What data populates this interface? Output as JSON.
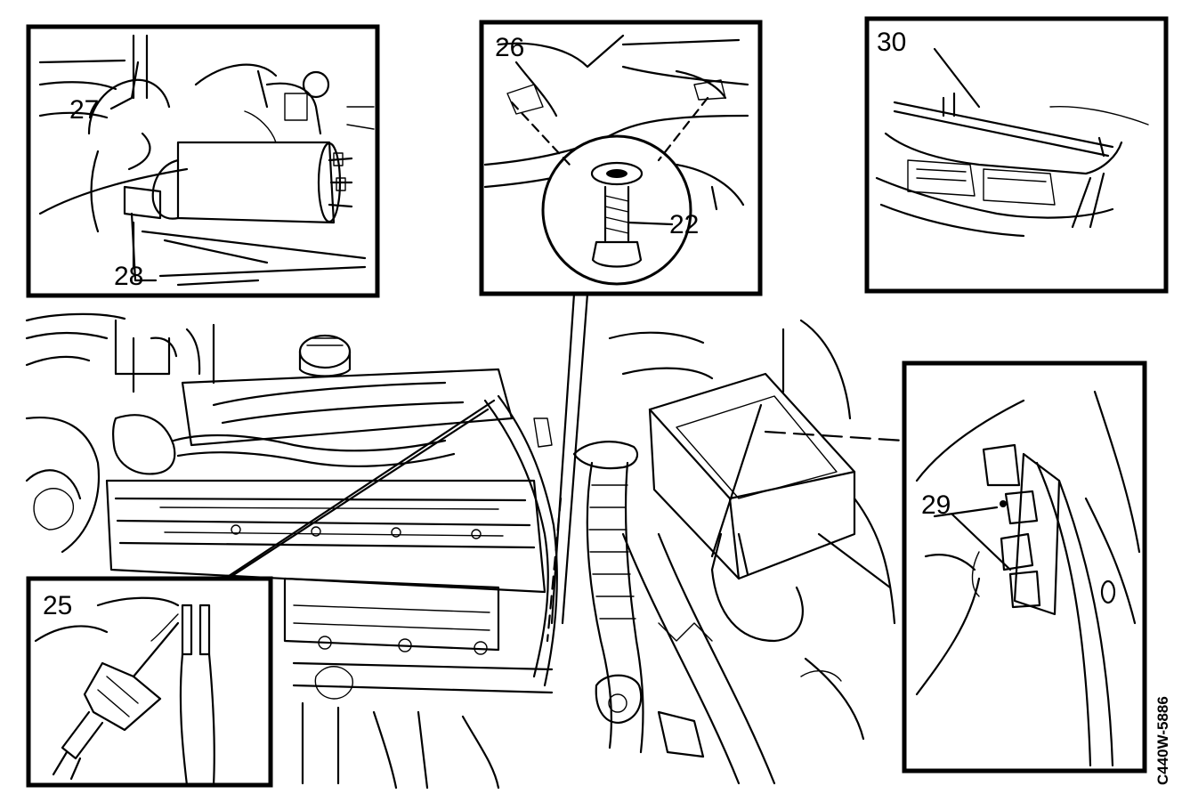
{
  "callouts": {
    "n25": "25",
    "n22": "22",
    "n26": "26",
    "n27": "27",
    "n28": "28",
    "n29": "29",
    "n30": "30"
  },
  "figure_code": "C440W-5886"
}
